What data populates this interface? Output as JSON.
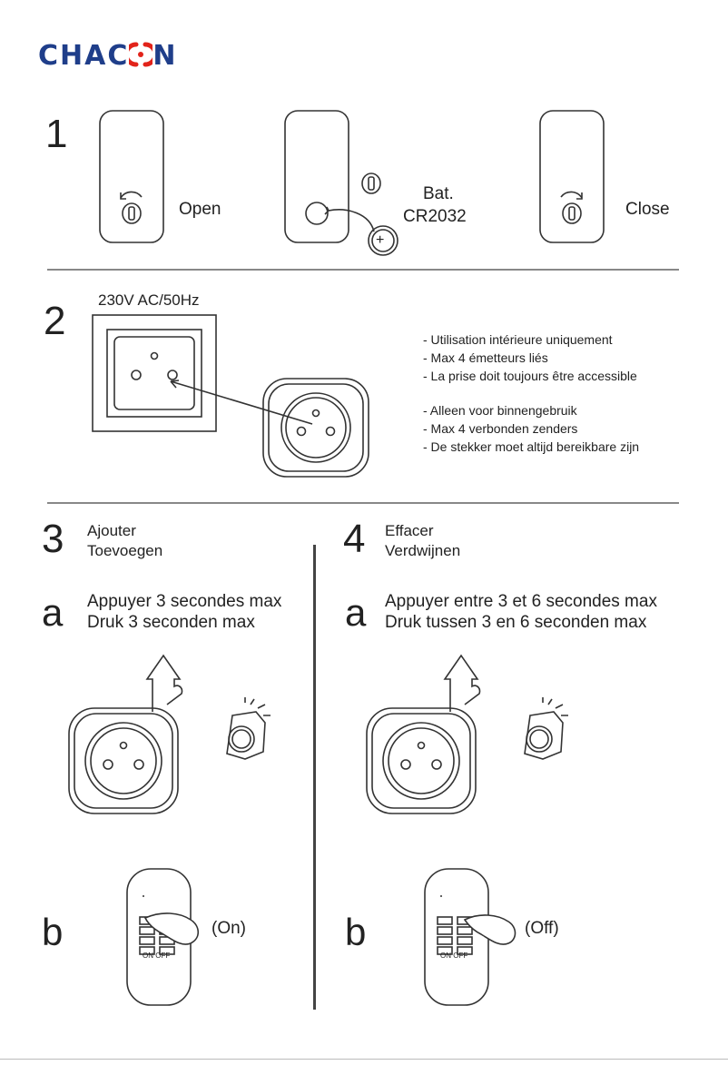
{
  "brand": {
    "part1": "CHAC",
    "part2": "N"
  },
  "section1": {
    "number": "1",
    "open_label": "Open",
    "battery_label_line1": "Bat.",
    "battery_label_line2": "CR2032",
    "plus_symbol": "+",
    "close_label": "Close"
  },
  "section2": {
    "number": "2",
    "voltage": "230V AC/50Hz",
    "notes_fr": [
      "- Utilisation intérieure uniquement",
      "- Max 4 émetteurs liés",
      "- La prise doit toujours être accessible"
    ],
    "notes_nl": [
      "- Alleen voor binnengebruik",
      "- Max 4 verbonden zenders",
      "- De stekker moet altijd bereikbare zijn"
    ]
  },
  "section3": {
    "number": "3",
    "title_fr": "Ajouter",
    "title_nl": "Toevoegen",
    "step_a": {
      "letter": "a",
      "line1": "Appuyer 3 secondes max",
      "line2": "Druk 3 seconden max"
    },
    "step_b": {
      "letter": "b",
      "label": "(On)",
      "remote_text": "ON OFF"
    }
  },
  "section4": {
    "number": "4",
    "title_fr": "Effacer",
    "title_nl": "Verdwijnen",
    "step_a": {
      "letter": "a",
      "line1": "Appuyer entre 3 et 6 secondes max",
      "line2": "Druk tussen 3 en 6 seconden max"
    },
    "step_b": {
      "letter": "b",
      "label": "(Off)",
      "remote_text": "ON OFF"
    }
  },
  "colors": {
    "brand_blue": "#1f3e8a",
    "brand_red": "#e2231a"
  }
}
